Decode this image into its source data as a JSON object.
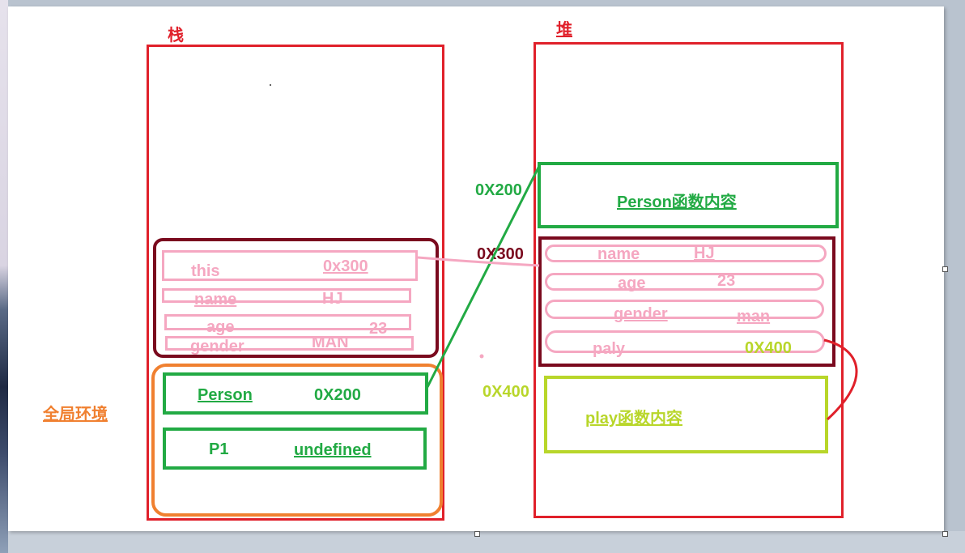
{
  "stack": {
    "title": "栈",
    "object": {
      "this_key": "this",
      "this_val": "0x300",
      "name_key": "name",
      "name_val": "HJ",
      "age_key": "age",
      "age_val": "23",
      "gender_key": "gender",
      "gender_val": "MAN"
    },
    "global": {
      "label": "全局环境",
      "person_key": "Person",
      "person_val": "0X200",
      "p1_key": "P1",
      "p1_val": "undefined"
    }
  },
  "heap": {
    "title": "堆",
    "person_addr": "0X200",
    "person_content": "Person函数内容",
    "object_addr": "0X300",
    "object": {
      "name_key": "name",
      "name_val": "HJ",
      "age_key": "age",
      "age_val": "23",
      "gender_key": "gender",
      "gender_val": "man",
      "play_key": "paly",
      "play_val": "0X400"
    },
    "play_addr": "0X400",
    "play_content": "play函数内容"
  },
  "colors": {
    "red": "#e0202a",
    "green": "#22aa44",
    "pink": "#f5a7c1",
    "dark_red": "#7a0a1e",
    "orange": "#f08030",
    "lime": "#b8d62a"
  }
}
